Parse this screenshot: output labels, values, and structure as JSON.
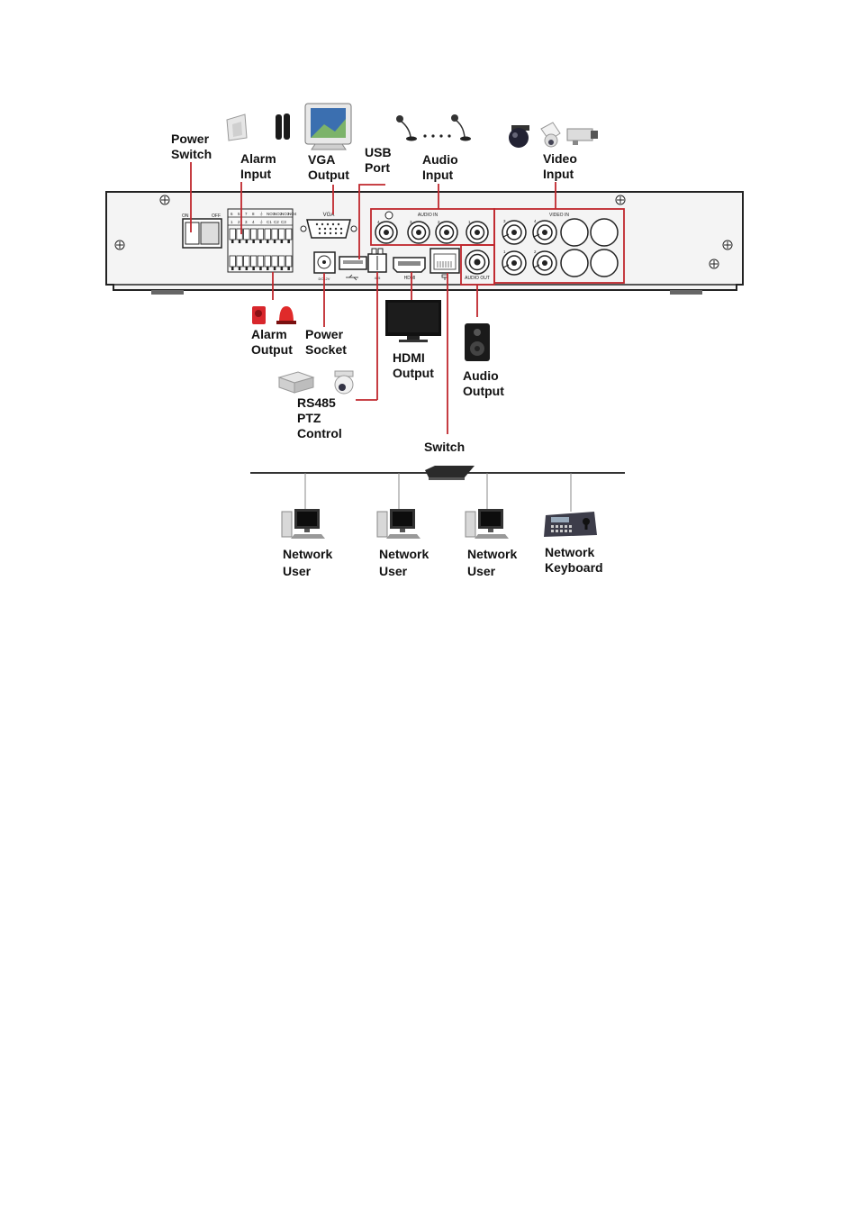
{
  "labels": {
    "power_switch": [
      "Power",
      "Switch"
    ],
    "alarm_input": [
      "Alarm",
      "Input"
    ],
    "vga_output": [
      "VGA",
      "Output"
    ],
    "usb_port": [
      "USB",
      "Port"
    ],
    "audio_input": [
      "Audio",
      "Input"
    ],
    "video_input": [
      "Video",
      "Input"
    ],
    "alarm_output": [
      "Alarm",
      "Output"
    ],
    "power_socket": [
      "Power",
      "Socket"
    ],
    "hdmi_output": [
      "HDMI",
      "Output"
    ],
    "audio_output": [
      "Audio",
      "Output"
    ],
    "rs485_ptz": [
      "RS485",
      "PTZ",
      "Control"
    ],
    "switch": "Switch",
    "network_user_1": [
      "Network",
      "User"
    ],
    "network_user_2": [
      "Network",
      "User"
    ],
    "network_user_3": [
      "Network",
      "User"
    ],
    "network_keyboard": [
      "Network",
      "Keyboard"
    ]
  },
  "panel_text": {
    "on": "ON",
    "off": "OFF",
    "vga": "VGA",
    "audio_in": "AUDIO IN",
    "video_in": "VIDEO IN",
    "audio_out": "AUDIO OUT",
    "power_dc": "DC12V",
    "rs485": "485",
    "hdmi": "HDMI",
    "audio_nums": [
      "4",
      "3",
      "2",
      "1"
    ],
    "video_nums_top": [
      "3",
      "4"
    ],
    "video_nums_bottom": [
      "1",
      "2"
    ],
    "alarm_top": [
      "6",
      "5",
      "7",
      "8",
      "⏚",
      "NO1",
      "NO2",
      "NO3",
      "NO4"
    ],
    "alarm_bottom": [
      "1",
      "2",
      "3",
      "4",
      "⏚",
      "C1",
      "C2",
      "C3"
    ]
  },
  "colors": {
    "highlight": "#c0272d",
    "panel": "#f4f4f4",
    "outline": "#222222"
  },
  "icons": {
    "alarm_sensors": "alarm-sensor-icon",
    "monitor": "crt-monitor-icon",
    "microphones": "microphone-icon",
    "cameras": "camera-icon",
    "sirens": "siren-icon",
    "tv": "tv-icon",
    "speaker": "speaker-icon",
    "ptz": "ptz-camera-icon",
    "switch": "network-switch-icon",
    "pc": "pc-icon",
    "keyboard": "ptz-keyboard-icon"
  }
}
